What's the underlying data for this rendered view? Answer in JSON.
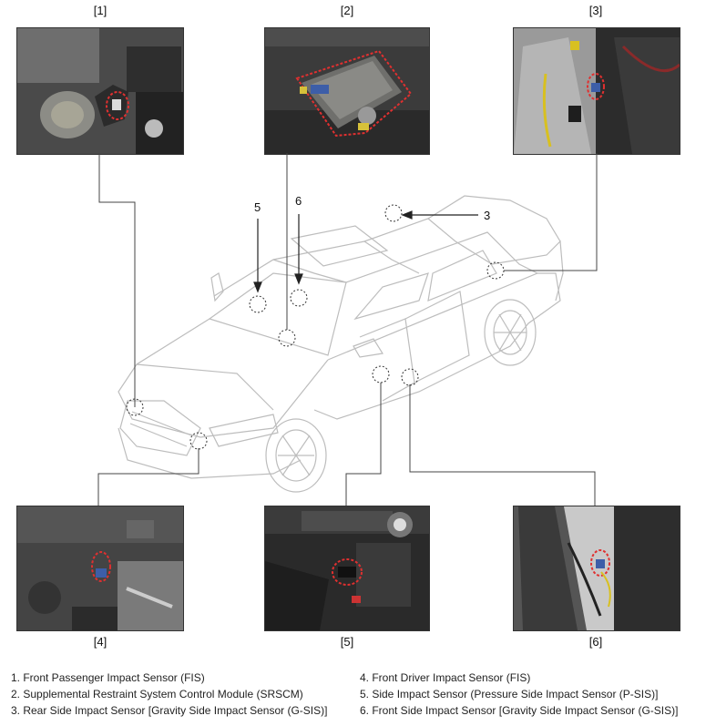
{
  "frames": [
    {
      "id": "1",
      "label": "[1]"
    },
    {
      "id": "2",
      "label": "[2]"
    },
    {
      "id": "3",
      "label": "[3]"
    },
    {
      "id": "4",
      "label": "[4]"
    },
    {
      "id": "5",
      "label": "[5]"
    },
    {
      "id": "6",
      "label": "[6]"
    }
  ],
  "callouts": {
    "c3": "3",
    "c5": "5",
    "c6": "6"
  },
  "legend": {
    "left": [
      "1. Front Passenger Impact Sensor (FIS)",
      "2. Supplemental Restraint System Control Module (SRSCM)",
      "3. Rear Side Impact Sensor [Gravity Side Impact Sensor (G-SIS)]"
    ],
    "right": [
      "4. Front Driver Impact Sensor (FIS)",
      "5. Side Impact Sensor (Pressure Side Impact Sensor (P-SIS)]",
      "6. Front Side Impact Sensor [Gravity Side Impact Sensor (G-SIS)]"
    ]
  }
}
